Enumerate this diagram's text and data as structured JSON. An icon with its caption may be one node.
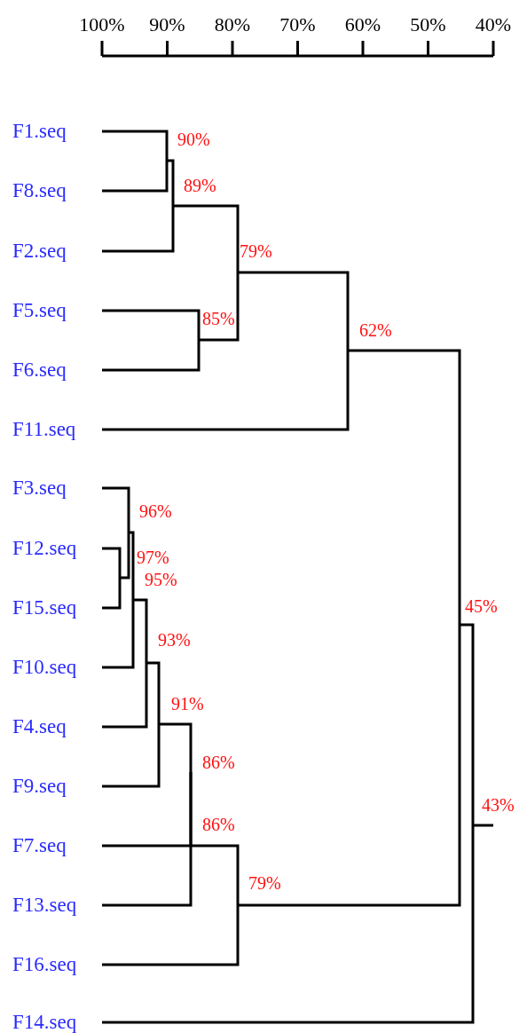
{
  "diagram": {
    "nodes": [
      {
        "text": [
          "F1.seq"
        ]
      },
      {
        "text": [
          "F8.seq"
        ]
      },
      {
        "text": [
          "F2.seq"
        ]
      },
      {
        "text": [
          "F5.seq"
        ]
      },
      {
        "text": [
          "F6.seq"
        ]
      },
      {
        "text": [
          "F11.seq"
        ]
      },
      {
        "text": [
          "F3.seq"
        ]
      },
      {
        "text": [
          "F12.seq"
        ]
      },
      {
        "text": [
          "F15.seq"
        ]
      },
      {
        "text": [
          "F10.seq"
        ]
      },
      {
        "text": [
          "F4.seq"
        ]
      },
      {
        "text": [
          "F9.seq"
        ]
      },
      {
        "text": [
          "F7.seq"
        ]
      },
      {
        "text": [
          "F13.seq"
        ]
      },
      {
        "text": [
          "F16.seq"
        ]
      },
      {
        "text": [
          "F14.seq"
        ]
      },
      {
        "text": [
          "90%"
        ]
      },
      {
        "text": [
          "89%"
        ]
      },
      {
        "text": [
          "79%"
        ]
      },
      {
        "text": [
          "85%"
        ]
      },
      {
        "text": [
          "62%"
        ]
      },
      {
        "text": [
          "96%"
        ]
      },
      {
        "text": [
          "97%"
        ]
      },
      {
        "text": [
          "95%"
        ]
      },
      {
        "text": [
          "93%"
        ]
      },
      {
        "text": [
          "91%"
        ]
      },
      {
        "text": [
          "86%"
        ]
      },
      {
        "text": [
          "86%"
        ]
      },
      {
        "text": [
          "79%"
        ]
      },
      {
        "text": [
          "45%"
        ]
      },
      {
        "text": [
          "43%"
        ]
      }
    ],
    "edges": [
      {
        "from": 16,
        "to": 0,
        "arrow": "none"
      },
      {
        "from": 16,
        "to": 1,
        "arrow": "none"
      },
      {
        "from": 17,
        "to": 16,
        "arrow": "none"
      },
      {
        "from": 17,
        "to": 2,
        "arrow": "none"
      },
      {
        "from": 19,
        "to": 3,
        "arrow": "none"
      },
      {
        "from": 19,
        "to": 4,
        "arrow": "none"
      },
      {
        "from": 18,
        "to": 17,
        "arrow": "none"
      },
      {
        "from": 18,
        "to": 19,
        "arrow": "none"
      },
      {
        "from": 20,
        "to": 18,
        "arrow": "none"
      },
      {
        "from": 20,
        "to": 5,
        "arrow": "none"
      },
      {
        "from": 22,
        "to": 7,
        "arrow": "none"
      },
      {
        "from": 22,
        "to": 8,
        "arrow": "none"
      },
      {
        "from": 21,
        "to": 6,
        "arrow": "none"
      },
      {
        "from": 21,
        "to": 22,
        "arrow": "none"
      },
      {
        "from": 23,
        "to": 21,
        "arrow": "none"
      },
      {
        "from": 23,
        "to": 9,
        "arrow": "none"
      },
      {
        "from": 24,
        "to": 23,
        "arrow": "none"
      },
      {
        "from": 24,
        "to": 10,
        "arrow": "none"
      },
      {
        "from": 25,
        "to": 24,
        "arrow": "none"
      },
      {
        "from": 25,
        "to": 11,
        "arrow": "none"
      },
      {
        "from": 26,
        "to": 25,
        "arrow": "none"
      },
      {
        "from": 26,
        "to": 13,
        "arrow": "none"
      },
      {
        "from": 27,
        "to": 26,
        "arrow": "none"
      },
      {
        "from": 27,
        "to": 12,
        "arrow": "none"
      },
      {
        "from": 28,
        "to": 27,
        "arrow": "none"
      },
      {
        "from": 28,
        "to": 14,
        "arrow": "none"
      },
      {
        "from": 29,
        "to": 20,
        "arrow": "none"
      },
      {
        "from": 29,
        "to": 28,
        "arrow": "none"
      },
      {
        "from": 30,
        "to": 29,
        "arrow": "none"
      },
      {
        "from": 30,
        "to": 15,
        "arrow": "none"
      },
      {
        "from": 30,
        "to": null,
        "arrow": "none"
      }
    ],
    "labels": [
      "100%",
      "90%",
      "80%",
      "70%",
      "60%",
      "50%",
      "40%"
    ]
  }
}
